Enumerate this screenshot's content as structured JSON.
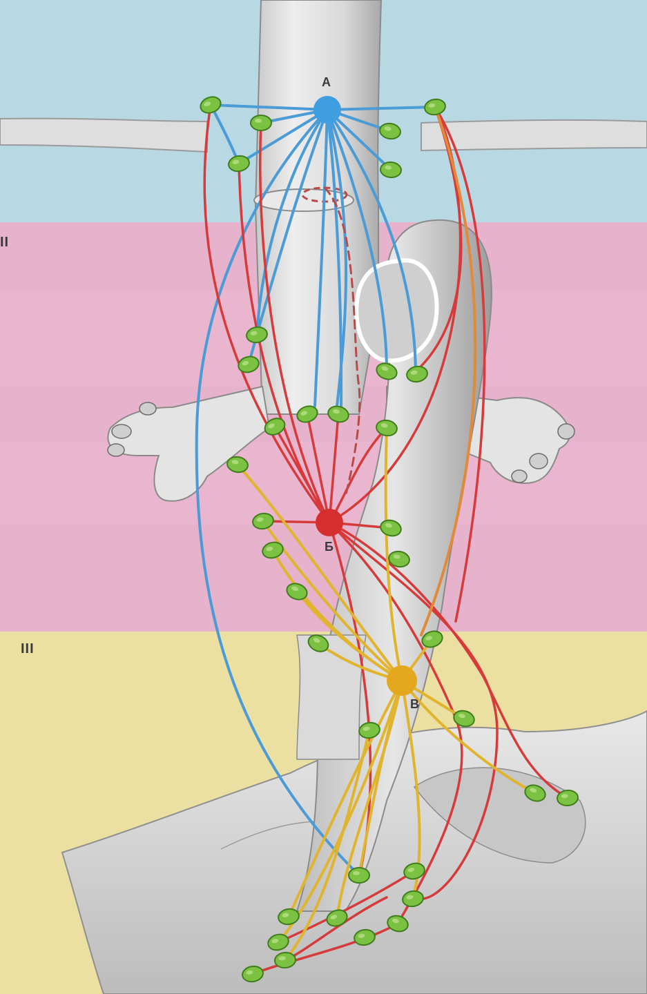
{
  "colors": {
    "zone_I": "#b8d8e4",
    "zone_II": "#e6b2cc",
    "zone_III": "#ecdfa2",
    "organ": "#d8d8d8",
    "organ_shadow": "#9a9a9a",
    "node_green": "#7cc242",
    "node_green_edge": "#3f7d1c",
    "vessel_blue": "#4a9bd6",
    "vessel_red": "#d63a3a",
    "vessel_yellow": "#e0b42e",
    "vessel_orange": "#e08a3a",
    "dashed_vessel": "#b94a4a"
  },
  "zones": {
    "zone_II_label": "II",
    "zone_III_label": "III"
  },
  "collectors": {
    "A": {
      "label": "А",
      "color": "#3f9ee0"
    },
    "B": {
      "label": "Б",
      "color": "#d62e2e"
    },
    "C": {
      "label": "В",
      "color": "#e3a81e"
    }
  },
  "icons": {
    "node": "lymph-node-icon",
    "collector": "lymph-collector-icon"
  }
}
